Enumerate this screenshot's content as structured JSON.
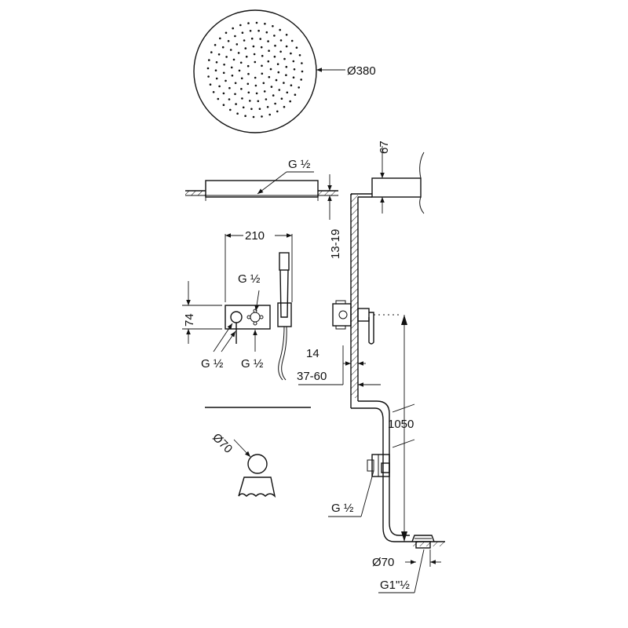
{
  "labels": {
    "head_diameter": "Ø380",
    "head_inlet_thread": "G ½",
    "head_height": "67",
    "ceiling_recess": "13-19",
    "plate_width": "210",
    "plate_height": "74",
    "valve_thread_top": "G ½",
    "valve_thread_left": "G ½",
    "valve_thread_right": "G ½",
    "wall_offset": "14",
    "wall_depth": "37-60",
    "mixer_height": "1050",
    "wall_inlet_diameter": "Ø70",
    "wall_inlet_thread": "G ½",
    "drain_diameter": "Ø70",
    "drain_thread": "G1\"½"
  },
  "colors": {
    "line": "#111111",
    "background": "#ffffff"
  },
  "icons": [
    "rain-shower-head-icon",
    "hand-shower-icon",
    "wall-elbow-icon",
    "floor-drain-icon"
  ]
}
